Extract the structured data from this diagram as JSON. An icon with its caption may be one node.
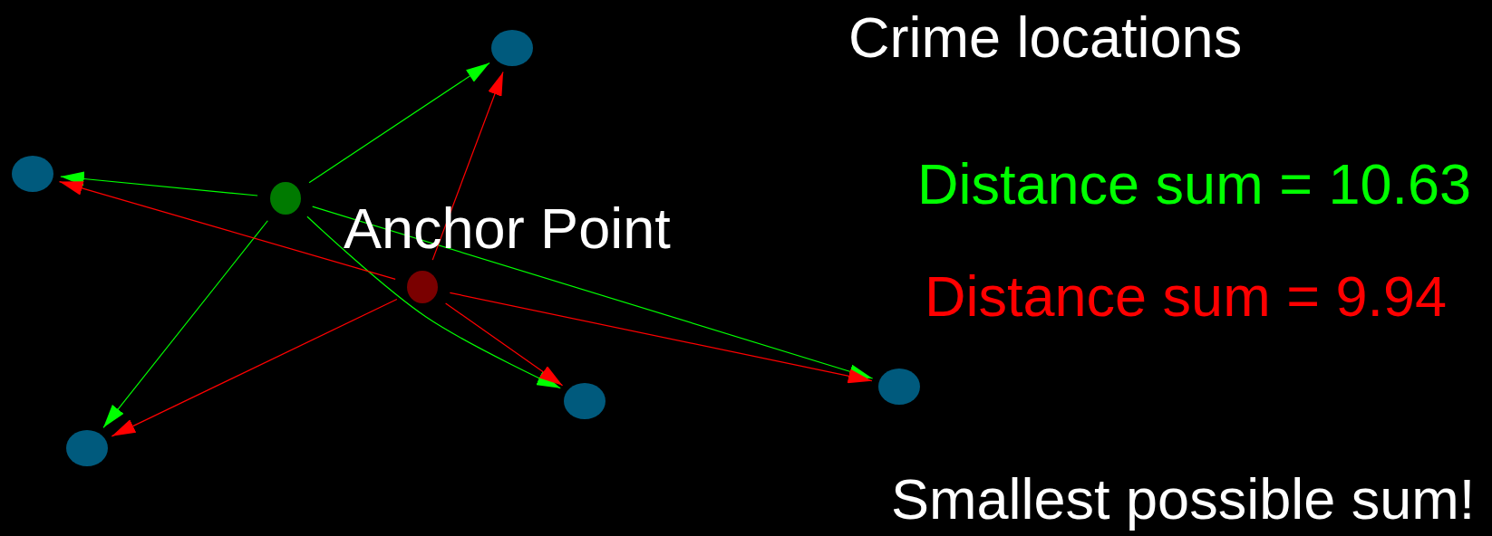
{
  "diagram": {
    "nodes": [
      {
        "text": [],
        "shape": "circle"
      },
      {
        "text": [],
        "shape": "circle"
      },
      {
        "text": [],
        "shape": "circle"
      },
      {
        "text": [],
        "shape": "circle"
      },
      {
        "text": [],
        "shape": "circle"
      },
      {
        "text": [],
        "shape": "circle"
      },
      {
        "text": [],
        "shape": "circle"
      }
    ],
    "edges": [
      {
        "from": 5,
        "to": 0,
        "arrow": "to",
        "color": "#00ff00"
      },
      {
        "from": 5,
        "to": 1,
        "arrow": "to",
        "color": "#00ff00"
      },
      {
        "from": 5,
        "to": 2,
        "arrow": "to",
        "color": "#00ff00"
      },
      {
        "from": 5,
        "to": 3,
        "arrow": "to",
        "color": "#00ff00"
      },
      {
        "from": 5,
        "to": 4,
        "arrow": "to",
        "color": "#00ff00"
      },
      {
        "from": 6,
        "to": 0,
        "arrow": "to",
        "color": "#ff0000"
      },
      {
        "from": 6,
        "to": 1,
        "arrow": "to",
        "color": "#ff0000"
      },
      {
        "from": 6,
        "to": 2,
        "arrow": "to",
        "color": "#ff0000"
      },
      {
        "from": 6,
        "to": 3,
        "arrow": "to",
        "color": "#ff0000"
      },
      {
        "from": 6,
        "to": 4,
        "arrow": "to",
        "color": "#ff0000"
      }
    ],
    "labels": [
      "Crime locations",
      "Distance sum = 10.63",
      "Anchor Point",
      "Distance sum = 9.94",
      "Smallest possible sum!"
    ]
  }
}
